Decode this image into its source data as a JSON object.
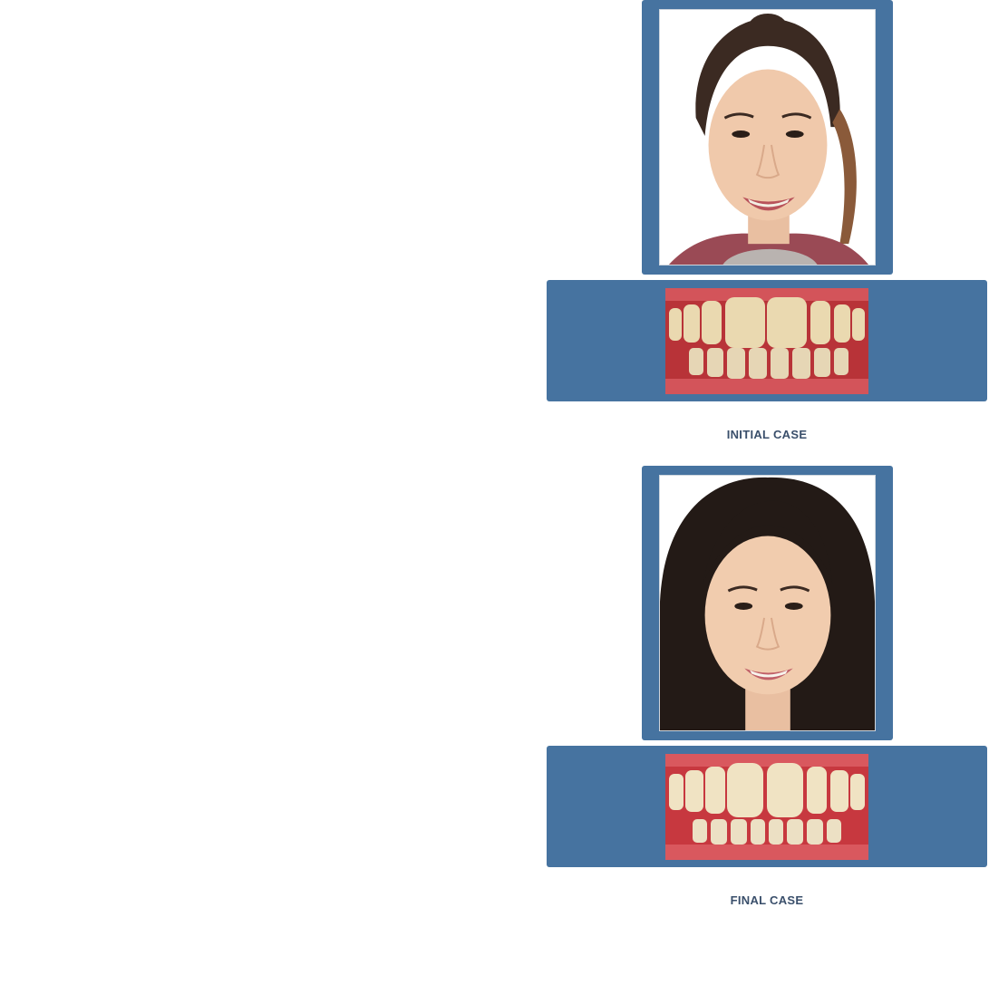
{
  "colors": {
    "frame": "#4673a0",
    "label": "#3a4f6b"
  },
  "cases": {
    "initial": {
      "label": "INITIAL CASE",
      "portrait_icon": "patient-portrait-photo",
      "teeth_icon": "dental-smile-photo"
    },
    "final": {
      "label": "FINAL CASE",
      "portrait_icon": "patient-portrait-photo",
      "teeth_icon": "dental-smile-photo"
    }
  }
}
